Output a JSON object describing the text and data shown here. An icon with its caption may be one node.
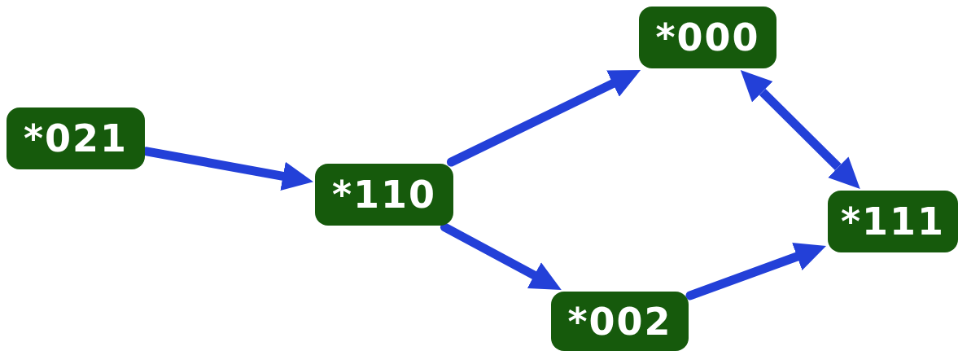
{
  "diagram": {
    "nodes": [
      {
        "text": [
          "*021"
        ]
      },
      {
        "text": [
          "*110"
        ]
      },
      {
        "text": [
          "*000"
        ]
      },
      {
        "text": [
          "*111"
        ]
      },
      {
        "text": [
          "*002"
        ]
      }
    ],
    "edges": [
      {
        "from": 0,
        "to": 1,
        "arrow": "to"
      },
      {
        "from": 1,
        "to": 2,
        "arrow": "to"
      },
      {
        "from": 1,
        "to": 4,
        "arrow": "to"
      },
      {
        "from": 2,
        "to": 3,
        "arrow": "both"
      },
      {
        "from": 4,
        "to": 3,
        "arrow": "to"
      }
    ]
  }
}
